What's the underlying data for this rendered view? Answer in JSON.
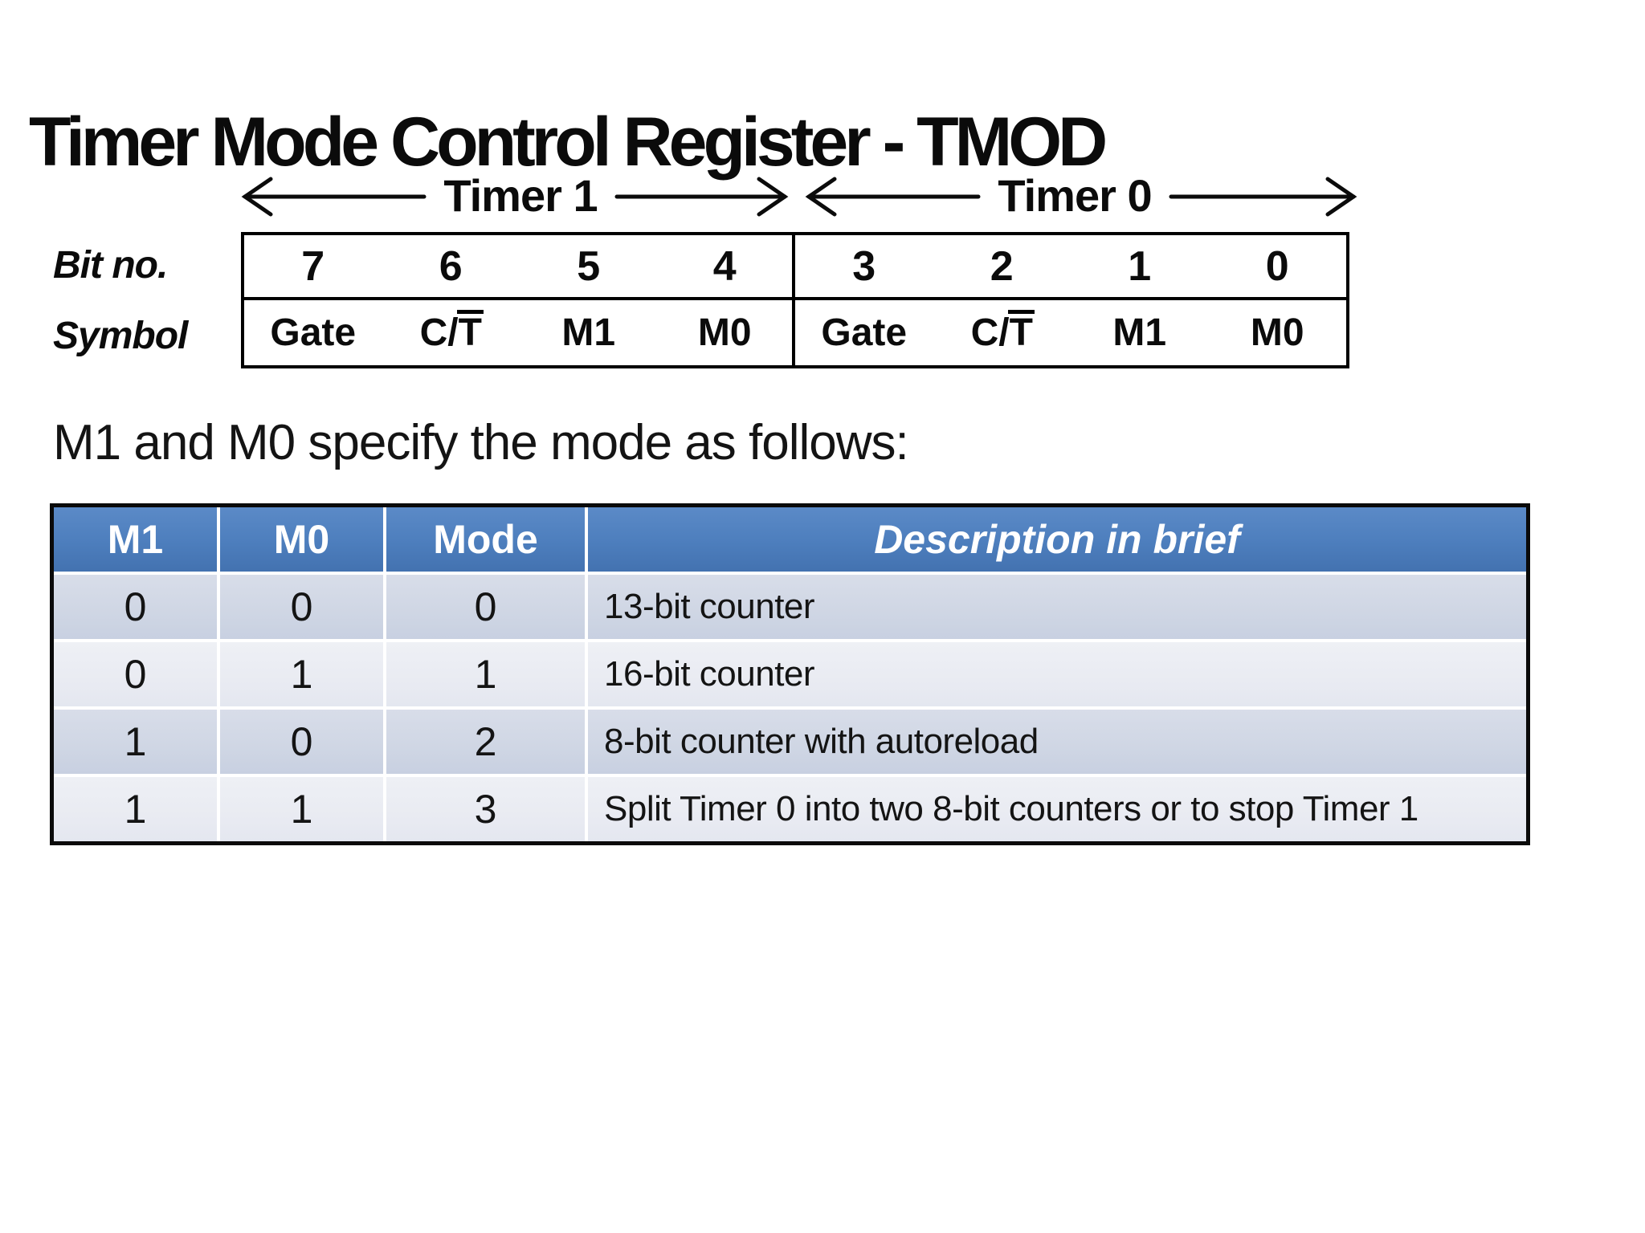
{
  "title": "Timer Mode Control Register - TMOD",
  "register": {
    "timer1_label": "Timer 1",
    "timer0_label": "Timer 0",
    "bit_no_label": "Bit no.",
    "symbol_label": "Symbol",
    "bit_numbers": [
      "7",
      "6",
      "5",
      "4",
      "3",
      "2",
      "1",
      "0"
    ],
    "symbols": [
      {
        "plain": "Gate",
        "bar": ""
      },
      {
        "plain": "C/",
        "bar": "T"
      },
      {
        "plain": "M1",
        "bar": ""
      },
      {
        "plain": "M0",
        "bar": ""
      },
      {
        "plain": "Gate",
        "bar": ""
      },
      {
        "plain": "C/",
        "bar": "T"
      },
      {
        "plain": "M1",
        "bar": ""
      },
      {
        "plain": "M0",
        "bar": ""
      }
    ]
  },
  "intro_text": "M1 and M0 specify the mode as follows:",
  "mode_table": {
    "headers": [
      "M1",
      "M0",
      "Mode",
      "Description in brief"
    ],
    "rows": [
      [
        "0",
        "0",
        "0",
        "13-bit counter"
      ],
      [
        "0",
        "1",
        "1",
        "16-bit counter"
      ],
      [
        "1",
        "0",
        "2",
        "8-bit counter with autoreload"
      ],
      [
        "1",
        "1",
        "3",
        "Split Timer 0 into two 8-bit counters or to stop Timer 1"
      ]
    ]
  },
  "colors": {
    "header": "#4d7ebd",
    "band_dark": "#cfd6e4",
    "band_light": "#e9ebf2",
    "border": "#000000",
    "text": "#0b0b0b"
  }
}
